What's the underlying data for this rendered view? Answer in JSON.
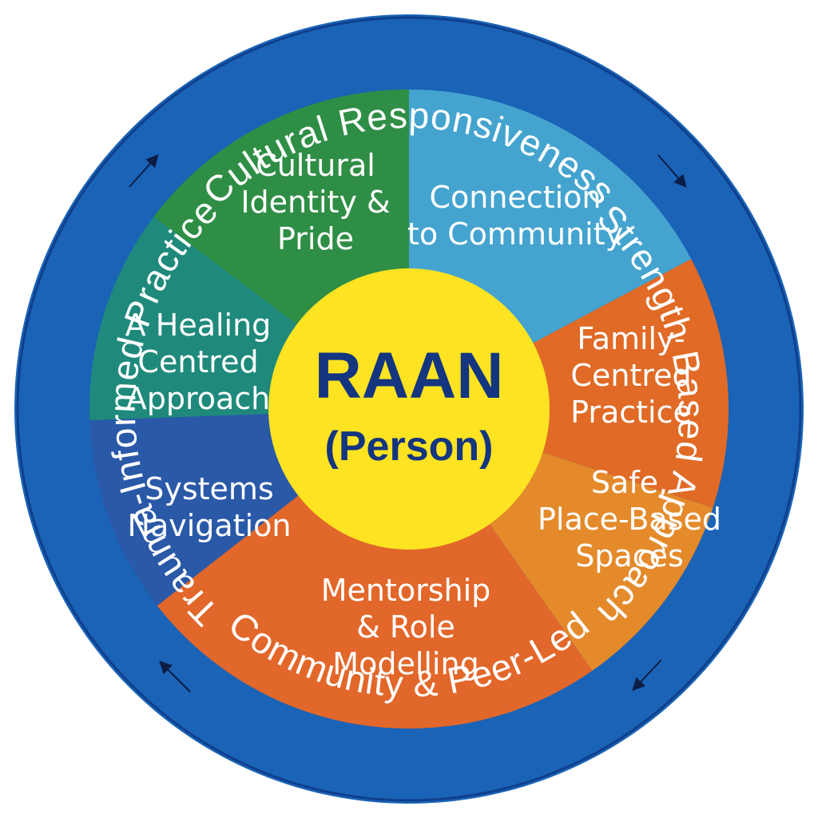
{
  "center": {
    "title": "RAAN",
    "subtitle": "(Person)",
    "color": "#fde322"
  },
  "ring": {
    "color": "#1a63b7",
    "labels": {
      "top": "Cultural Responsiveness",
      "right": "Strength Based Approach",
      "bottom": "Community & Peer-Led",
      "left": "Trauma-Informed Practice"
    }
  },
  "segments": [
    {
      "id": "cultural-identity",
      "lines": [
        "Cultural",
        "Identity &",
        "Pride"
      ],
      "color": "#2f8e45",
      "text_color": "#ffffff"
    },
    {
      "id": "connection-community",
      "lines": [
        "Connection",
        "to Community"
      ],
      "color": "#44a4cf",
      "text_color": "#ffffff"
    },
    {
      "id": "family-centred",
      "lines": [
        "Family-",
        "Centred",
        "Practice"
      ],
      "color": "#e06a26",
      "text_color": "#fff6b0"
    },
    {
      "id": "safe-spaces",
      "lines": [
        "Safe,",
        "Place-Based",
        "Spaces"
      ],
      "color": "#e48a2b",
      "text_color": "#ffffff"
    },
    {
      "id": "mentorship",
      "lines": [
        "Mentorship",
        "& Role",
        "Modelling"
      ],
      "color": "#e2672a",
      "text_color": "#ffffff"
    },
    {
      "id": "systems-navigation",
      "lines": [
        "Systems",
        "Navigation"
      ],
      "color": "#2a59a8",
      "text_color": "#ffffff"
    },
    {
      "id": "healing-centred",
      "lines": [
        "A Healing",
        "Centred",
        "Approach"
      ],
      "color": "#1f8a7c",
      "text_color": "#ffffff"
    }
  ],
  "arrows": [
    "arrow-up-right-icon",
    "arrow-down-right-icon",
    "arrow-down-left-icon",
    "arrow-up-left-icon"
  ]
}
